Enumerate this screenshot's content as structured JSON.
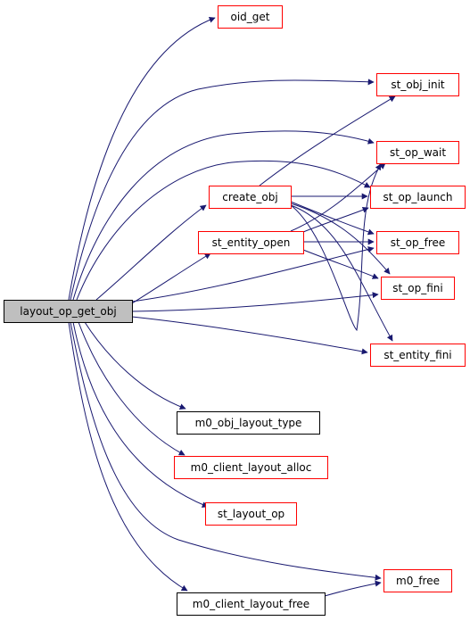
{
  "graph": {
    "root": "layout_op_get_obj",
    "nodes": [
      {
        "id": "layout_op_get_obj",
        "label": "layout_op_get_obj",
        "style": "root"
      },
      {
        "id": "oid_get",
        "label": "oid_get",
        "style": "red"
      },
      {
        "id": "st_obj_init",
        "label": "st_obj_init",
        "style": "red"
      },
      {
        "id": "st_op_wait",
        "label": "st_op_wait",
        "style": "red"
      },
      {
        "id": "create_obj",
        "label": "create_obj",
        "style": "red"
      },
      {
        "id": "st_op_launch",
        "label": "st_op_launch",
        "style": "red"
      },
      {
        "id": "st_entity_open",
        "label": "st_entity_open",
        "style": "red"
      },
      {
        "id": "st_op_free",
        "label": "st_op_free",
        "style": "red"
      },
      {
        "id": "st_op_fini",
        "label": "st_op_fini",
        "style": "red"
      },
      {
        "id": "st_entity_fini",
        "label": "st_entity_fini",
        "style": "red"
      },
      {
        "id": "m0_obj_layout_type",
        "label": "m0_obj_layout_type",
        "style": "black"
      },
      {
        "id": "m0_client_layout_alloc",
        "label": "m0_client_layout_alloc",
        "style": "red"
      },
      {
        "id": "st_layout_op",
        "label": "st_layout_op",
        "style": "red"
      },
      {
        "id": "m0_free",
        "label": "m0_free",
        "style": "red"
      },
      {
        "id": "m0_client_layout_free",
        "label": "m0_client_layout_free",
        "style": "black"
      }
    ],
    "edges": [
      {
        "from": "layout_op_get_obj",
        "to": "oid_get"
      },
      {
        "from": "layout_op_get_obj",
        "to": "st_obj_init"
      },
      {
        "from": "layout_op_get_obj",
        "to": "st_op_wait"
      },
      {
        "from": "layout_op_get_obj",
        "to": "st_op_launch"
      },
      {
        "from": "layout_op_get_obj",
        "to": "create_obj"
      },
      {
        "from": "layout_op_get_obj",
        "to": "st_entity_open"
      },
      {
        "from": "layout_op_get_obj",
        "to": "st_op_free"
      },
      {
        "from": "layout_op_get_obj",
        "to": "st_op_fini"
      },
      {
        "from": "layout_op_get_obj",
        "to": "st_entity_fini"
      },
      {
        "from": "layout_op_get_obj",
        "to": "m0_obj_layout_type"
      },
      {
        "from": "layout_op_get_obj",
        "to": "m0_client_layout_alloc"
      },
      {
        "from": "layout_op_get_obj",
        "to": "st_layout_op"
      },
      {
        "from": "layout_op_get_obj",
        "to": "m0_free"
      },
      {
        "from": "layout_op_get_obj",
        "to": "m0_client_layout_free"
      },
      {
        "from": "create_obj",
        "to": "st_obj_init"
      },
      {
        "from": "create_obj",
        "to": "st_op_launch"
      },
      {
        "from": "create_obj",
        "to": "st_op_free"
      },
      {
        "from": "create_obj",
        "to": "st_op_fini"
      },
      {
        "from": "create_obj",
        "to": "st_entity_fini"
      },
      {
        "from": "create_obj",
        "to": "st_op_wait"
      },
      {
        "from": "st_entity_open",
        "to": "st_op_wait"
      },
      {
        "from": "st_entity_open",
        "to": "st_op_launch"
      },
      {
        "from": "st_entity_open",
        "to": "st_op_free"
      },
      {
        "from": "st_entity_open",
        "to": "st_op_fini"
      },
      {
        "from": "m0_client_layout_free",
        "to": "m0_free"
      }
    ]
  },
  "colors": {
    "edge": "#191970",
    "red_border": "#ff0000",
    "black_border": "#000000",
    "root_fill": "#bfbfbf"
  }
}
